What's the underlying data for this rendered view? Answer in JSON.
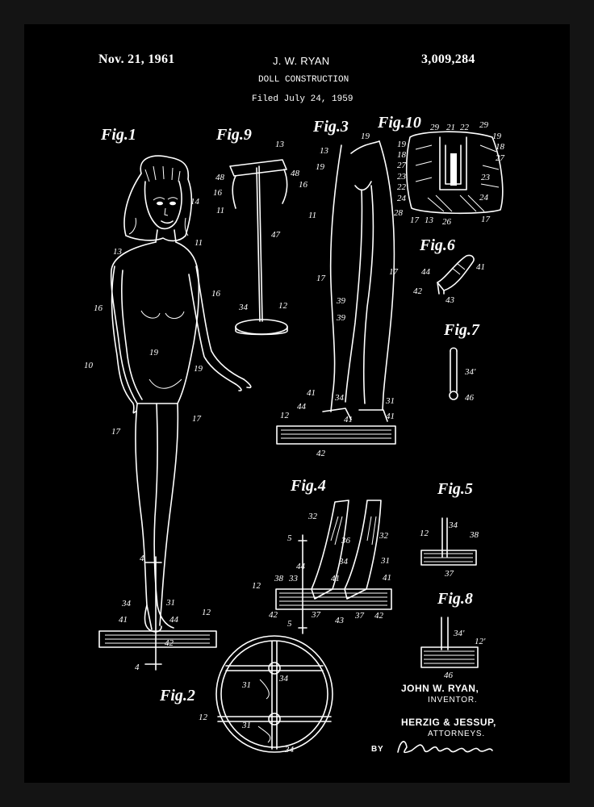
{
  "patent": {
    "date": "Nov. 21, 1961",
    "inventor_header": "J. W. RYAN",
    "number": "3,009,284",
    "title": "DOLL CONSTRUCTION",
    "filed": "Filed July 24, 1959"
  },
  "figures": {
    "fig1": "Fig.1",
    "fig2": "Fig.2",
    "fig3": "Fig.3",
    "fig4": "Fig.4",
    "fig5": "Fig.5",
    "fig6": "Fig.6",
    "fig7": "Fig.7",
    "fig8": "Fig.8",
    "fig9": "Fig.9",
    "fig10": "Fig.10"
  },
  "credits": {
    "inventor_name": "JOHN W. RYAN,",
    "inventor_role": "INVENTOR.",
    "attorneys_name": "HERZIG & JESSUP,",
    "attorneys_role": "ATTORNEYS.",
    "by": "BY",
    "signature": "Albert M. Herzig"
  },
  "colors": {
    "background": "#000000",
    "frame": "#141414",
    "ink": "#ffffff"
  }
}
